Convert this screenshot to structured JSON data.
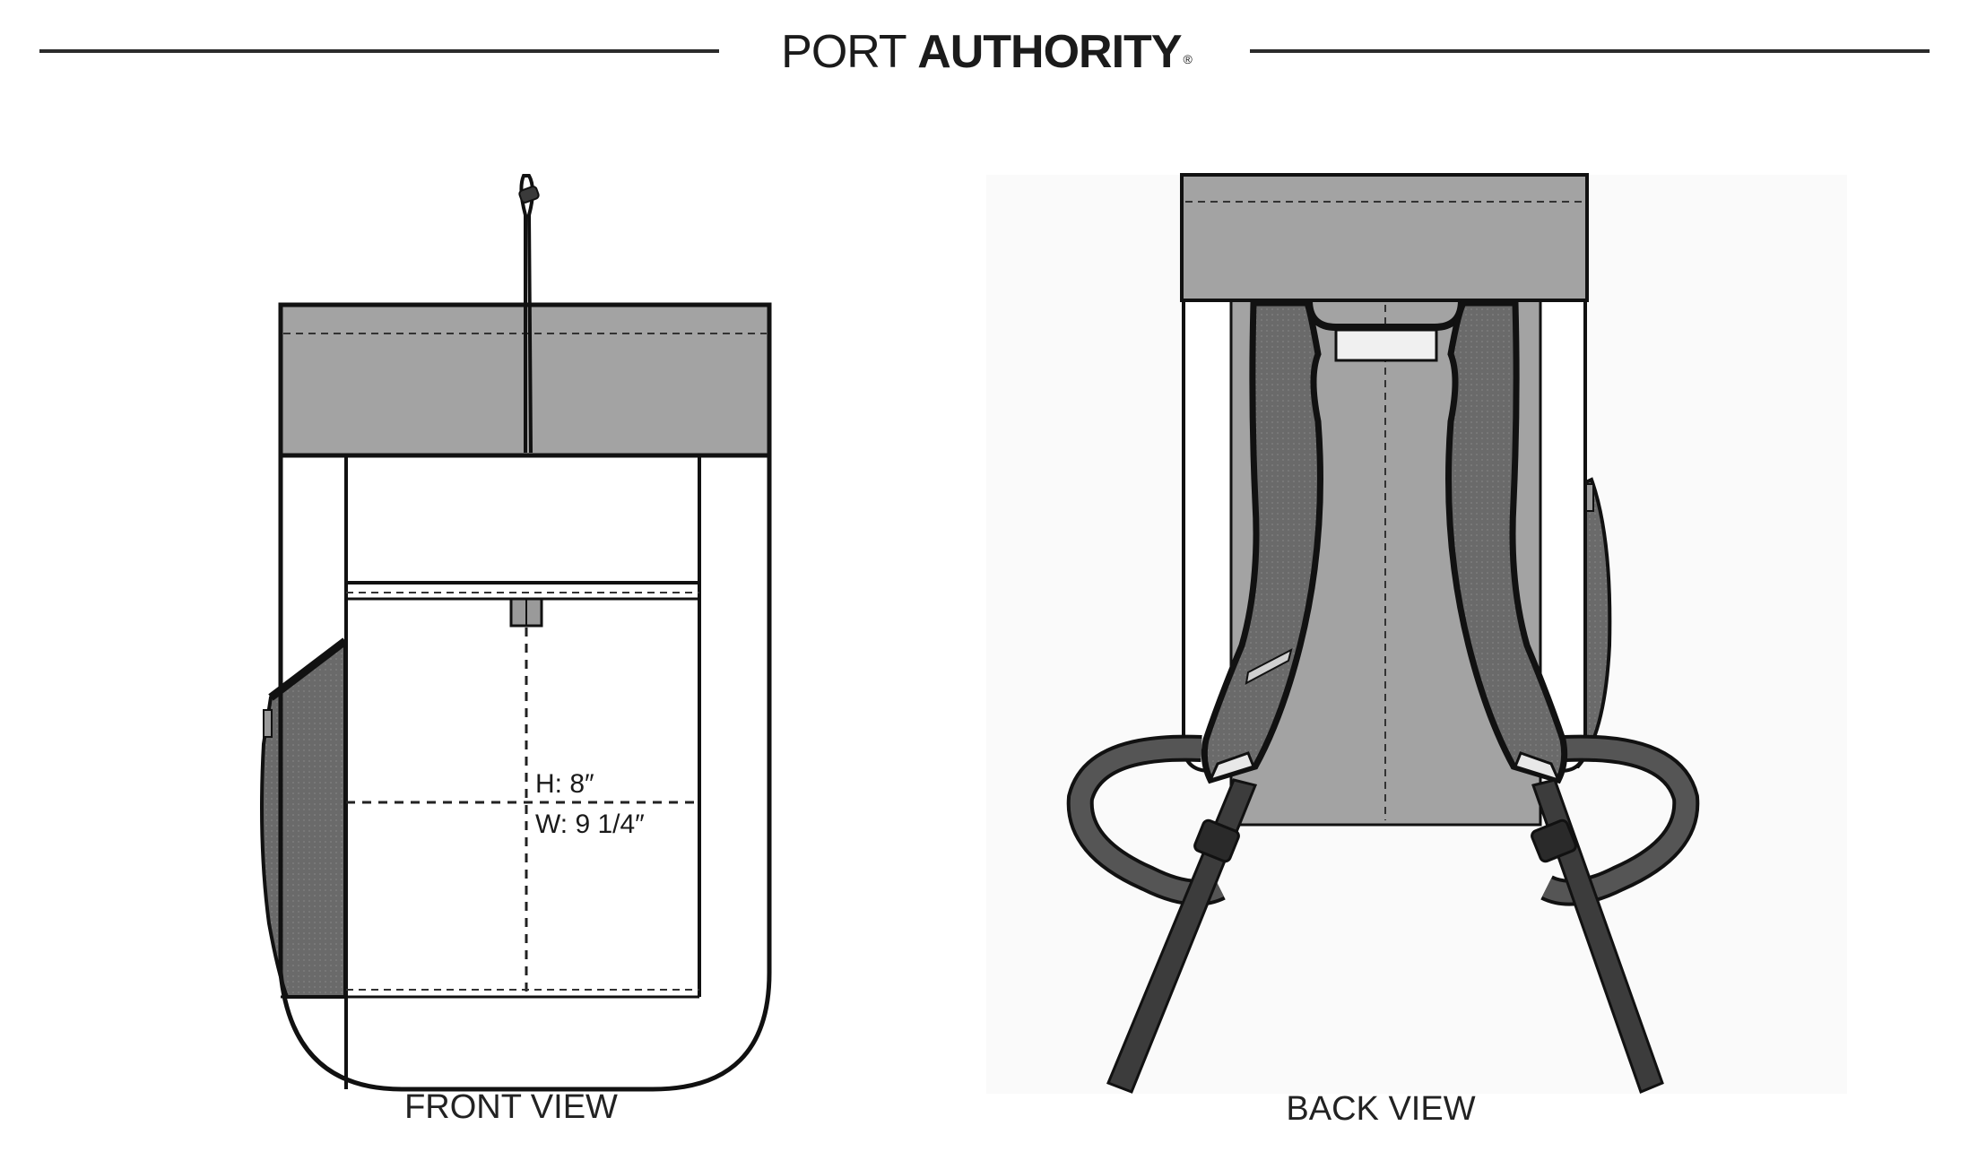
{
  "header": {
    "brand_light": "PORT",
    "brand_bold": "AUTHORITY",
    "brand_mark": "®"
  },
  "front_view": {
    "label": "FRONT VIEW",
    "height_dim": "H: 8″",
    "width_dim": "W: 9 1/4″"
  },
  "back_view": {
    "label": "BACK VIEW"
  },
  "colors": {
    "fabric_gray": "#a3a3a3",
    "mesh_dark": "#6e6e6e",
    "strap_dark": "#3c3c3c",
    "outline": "#111111",
    "panel_white": "#ffffff"
  }
}
